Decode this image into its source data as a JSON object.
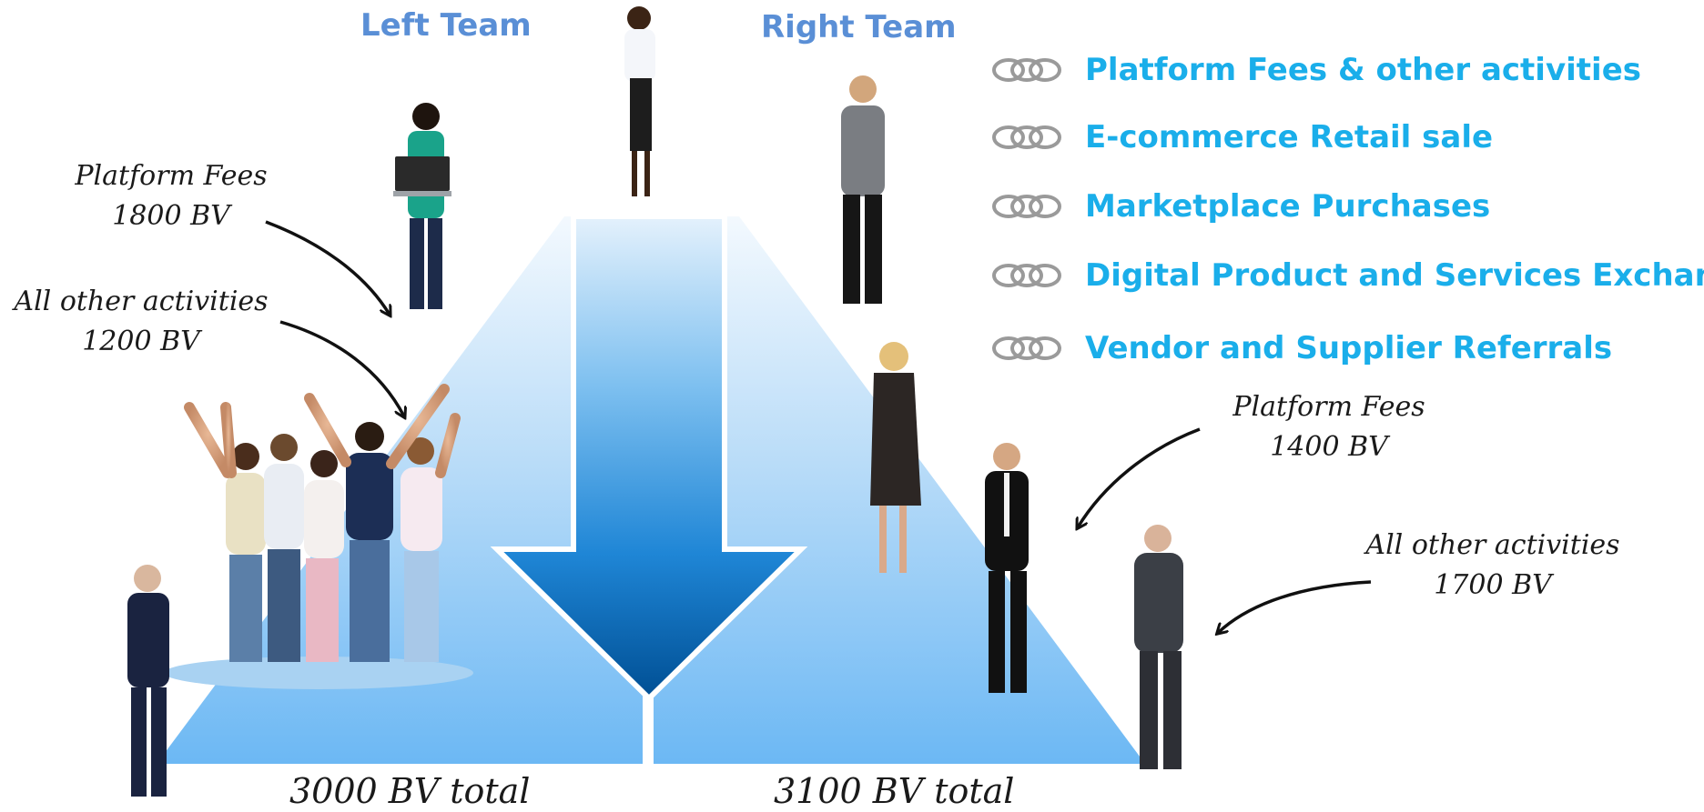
{
  "teams": {
    "left_title": "Left Team",
    "right_title": "Right Team"
  },
  "legend": [
    {
      "label": "Platform Fees & other activities",
      "icon": "chain-link-icon"
    },
    {
      "label": "E-commerce Retail sale",
      "icon": "chain-link-icon"
    },
    {
      "label": "Marketplace Purchases",
      "icon": "chain-link-icon"
    },
    {
      "label": "Digital Product and Services Exchange",
      "icon": "chain-link-icon"
    },
    {
      "label": "Vendor and Supplier Referrals",
      "icon": "chain-link-icon"
    }
  ],
  "left_notes": {
    "platform_fees_label": "Platform Fees",
    "platform_fees_value": "1800 BV",
    "other_label": "All other activities",
    "other_value": "1200 BV"
  },
  "right_notes": {
    "platform_fees_label": "Platform Fees",
    "platform_fees_value": "1400 BV",
    "other_label": "All other activities",
    "other_value": "1700 BV"
  },
  "totals": {
    "left": "3000 BV total",
    "right": "3100 BV total"
  },
  "colors": {
    "title_blue": "#5a8fd6",
    "legend_cyan": "#1aaeea",
    "triangle_light": "#eaf4fd",
    "triangle_dark": "#6ab8f5",
    "arrow_top": "#d8ecfb",
    "arrow_bottom": "#005a9e"
  }
}
